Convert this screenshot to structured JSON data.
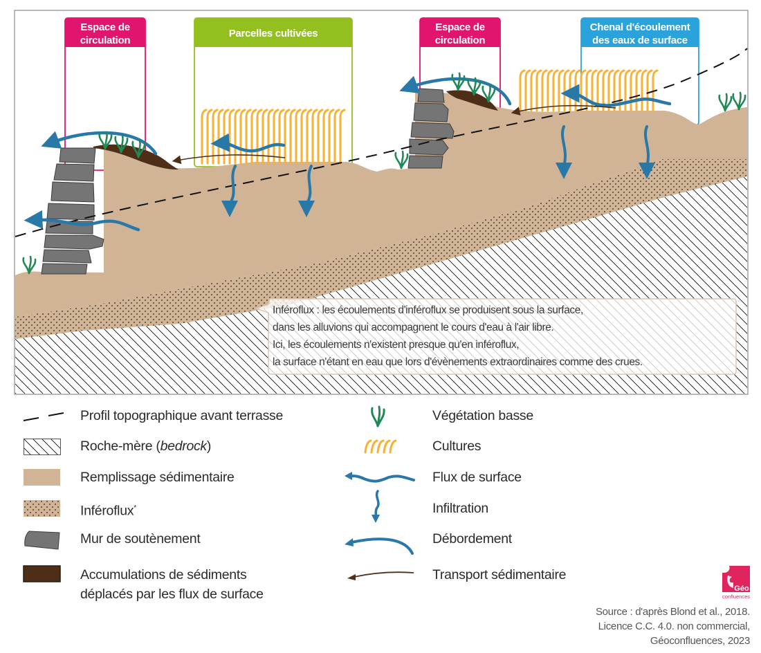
{
  "colors": {
    "frame": "#8a8a8a",
    "circulation": "#e2156e",
    "cultivated": "#93c01f",
    "channel": "#2aa3dc",
    "sediment_fill": "#d1b496",
    "sediment_accumulation": "#4e2e17",
    "wall": "#757575",
    "wall_stroke": "#3c3c3c",
    "vegetation": "#1f8a55",
    "crops": "#f7b233",
    "water": "#2878a8",
    "transport": "#4e2e17",
    "dashed_profile": "#111111",
    "hatch": "#111111",
    "logo": "#e0245e"
  },
  "zones": [
    {
      "id": "circulation-1",
      "label_lines": [
        "Espace de",
        "circulation"
      ]
    },
    {
      "id": "cultivated",
      "label_lines": [
        "Parcelles cultivées"
      ]
    },
    {
      "id": "circulation-2",
      "label_lines": [
        "Espace de",
        "circulation"
      ]
    },
    {
      "id": "channel",
      "label_lines": [
        "Chenal d'écoulement",
        "des eaux de surface"
      ]
    }
  ],
  "note": {
    "lines": [
      "Inféroflux : les écoulements d'inféroflux se produisent sous la surface,",
      "dans les alluvions qui accompagnent le cours d'eau à l'air libre.",
      "Ici, les écoulements n'existent presque qu'en inféroflux,",
      "la surface n'étant en eau que lors d'évènements extraordinaires comme des crues."
    ]
  },
  "legend": {
    "left": [
      {
        "symbol": "dashed-line",
        "label": "Profil topographique avant terrasse"
      },
      {
        "symbol": "hatch",
        "label_prefix": "Roche-mère (",
        "label_italic": "bedrock",
        "label_suffix": ")"
      },
      {
        "symbol": "sediment-fill",
        "label": "Remplissage sédimentaire"
      },
      {
        "symbol": "dotted-fill",
        "label": "Inféroflux",
        "label_sup": "*"
      },
      {
        "symbol": "stone",
        "label": "Mur de soutènement"
      },
      {
        "symbol": "dark-fill",
        "label_lines": [
          "Accumulations de sédiments",
          "déplacés par les flux de surface"
        ]
      }
    ],
    "right": [
      {
        "symbol": "vegetation",
        "label": "Végétation basse"
      },
      {
        "symbol": "crops",
        "label": "Cultures"
      },
      {
        "symbol": "surface-flow",
        "label": "Flux de surface"
      },
      {
        "symbol": "infiltration",
        "label": "Infiltration"
      },
      {
        "symbol": "overflow",
        "label": "Débordement"
      },
      {
        "symbol": "transport",
        "label": "Transport sédimentaire"
      }
    ]
  },
  "credits": {
    "lines": [
      "Source : d'après Blond et al., 2018.",
      "Licence C.C. 4.0. non commercial,",
      "Géoconfluences, 2023"
    ]
  },
  "logo": {
    "text_main": "Géo",
    "text_sub": "confluences"
  }
}
